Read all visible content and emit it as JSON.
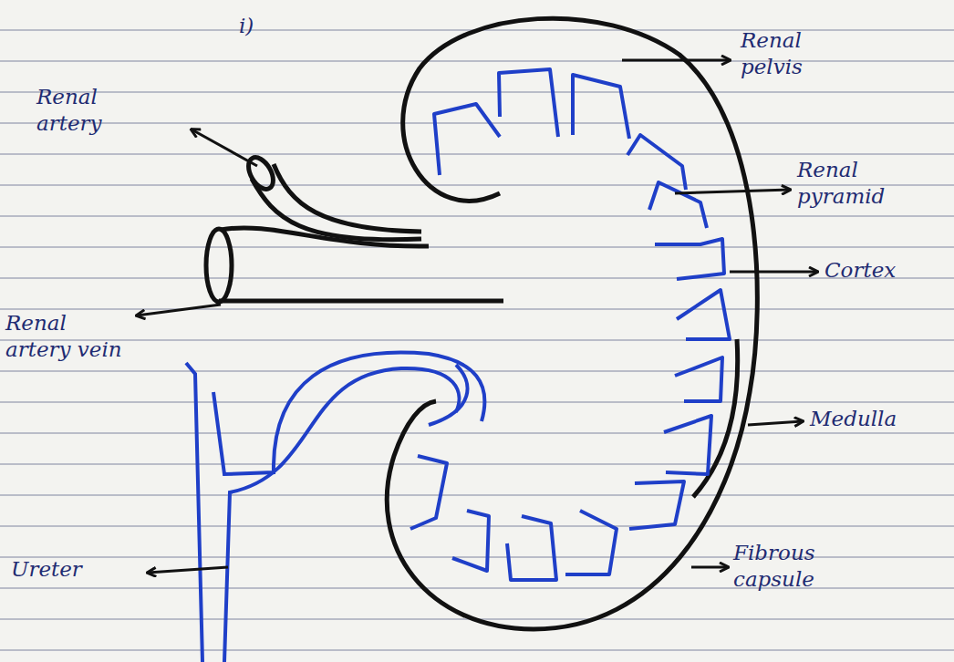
{
  "diagram": {
    "labels": [
      "i)",
      "Renal artery",
      "Renal pelvis",
      "Renal pyramid",
      "Cortex",
      "Medulla",
      "Fibrous capsule",
      "Renal artery vein",
      "Ureter"
    ]
  }
}
